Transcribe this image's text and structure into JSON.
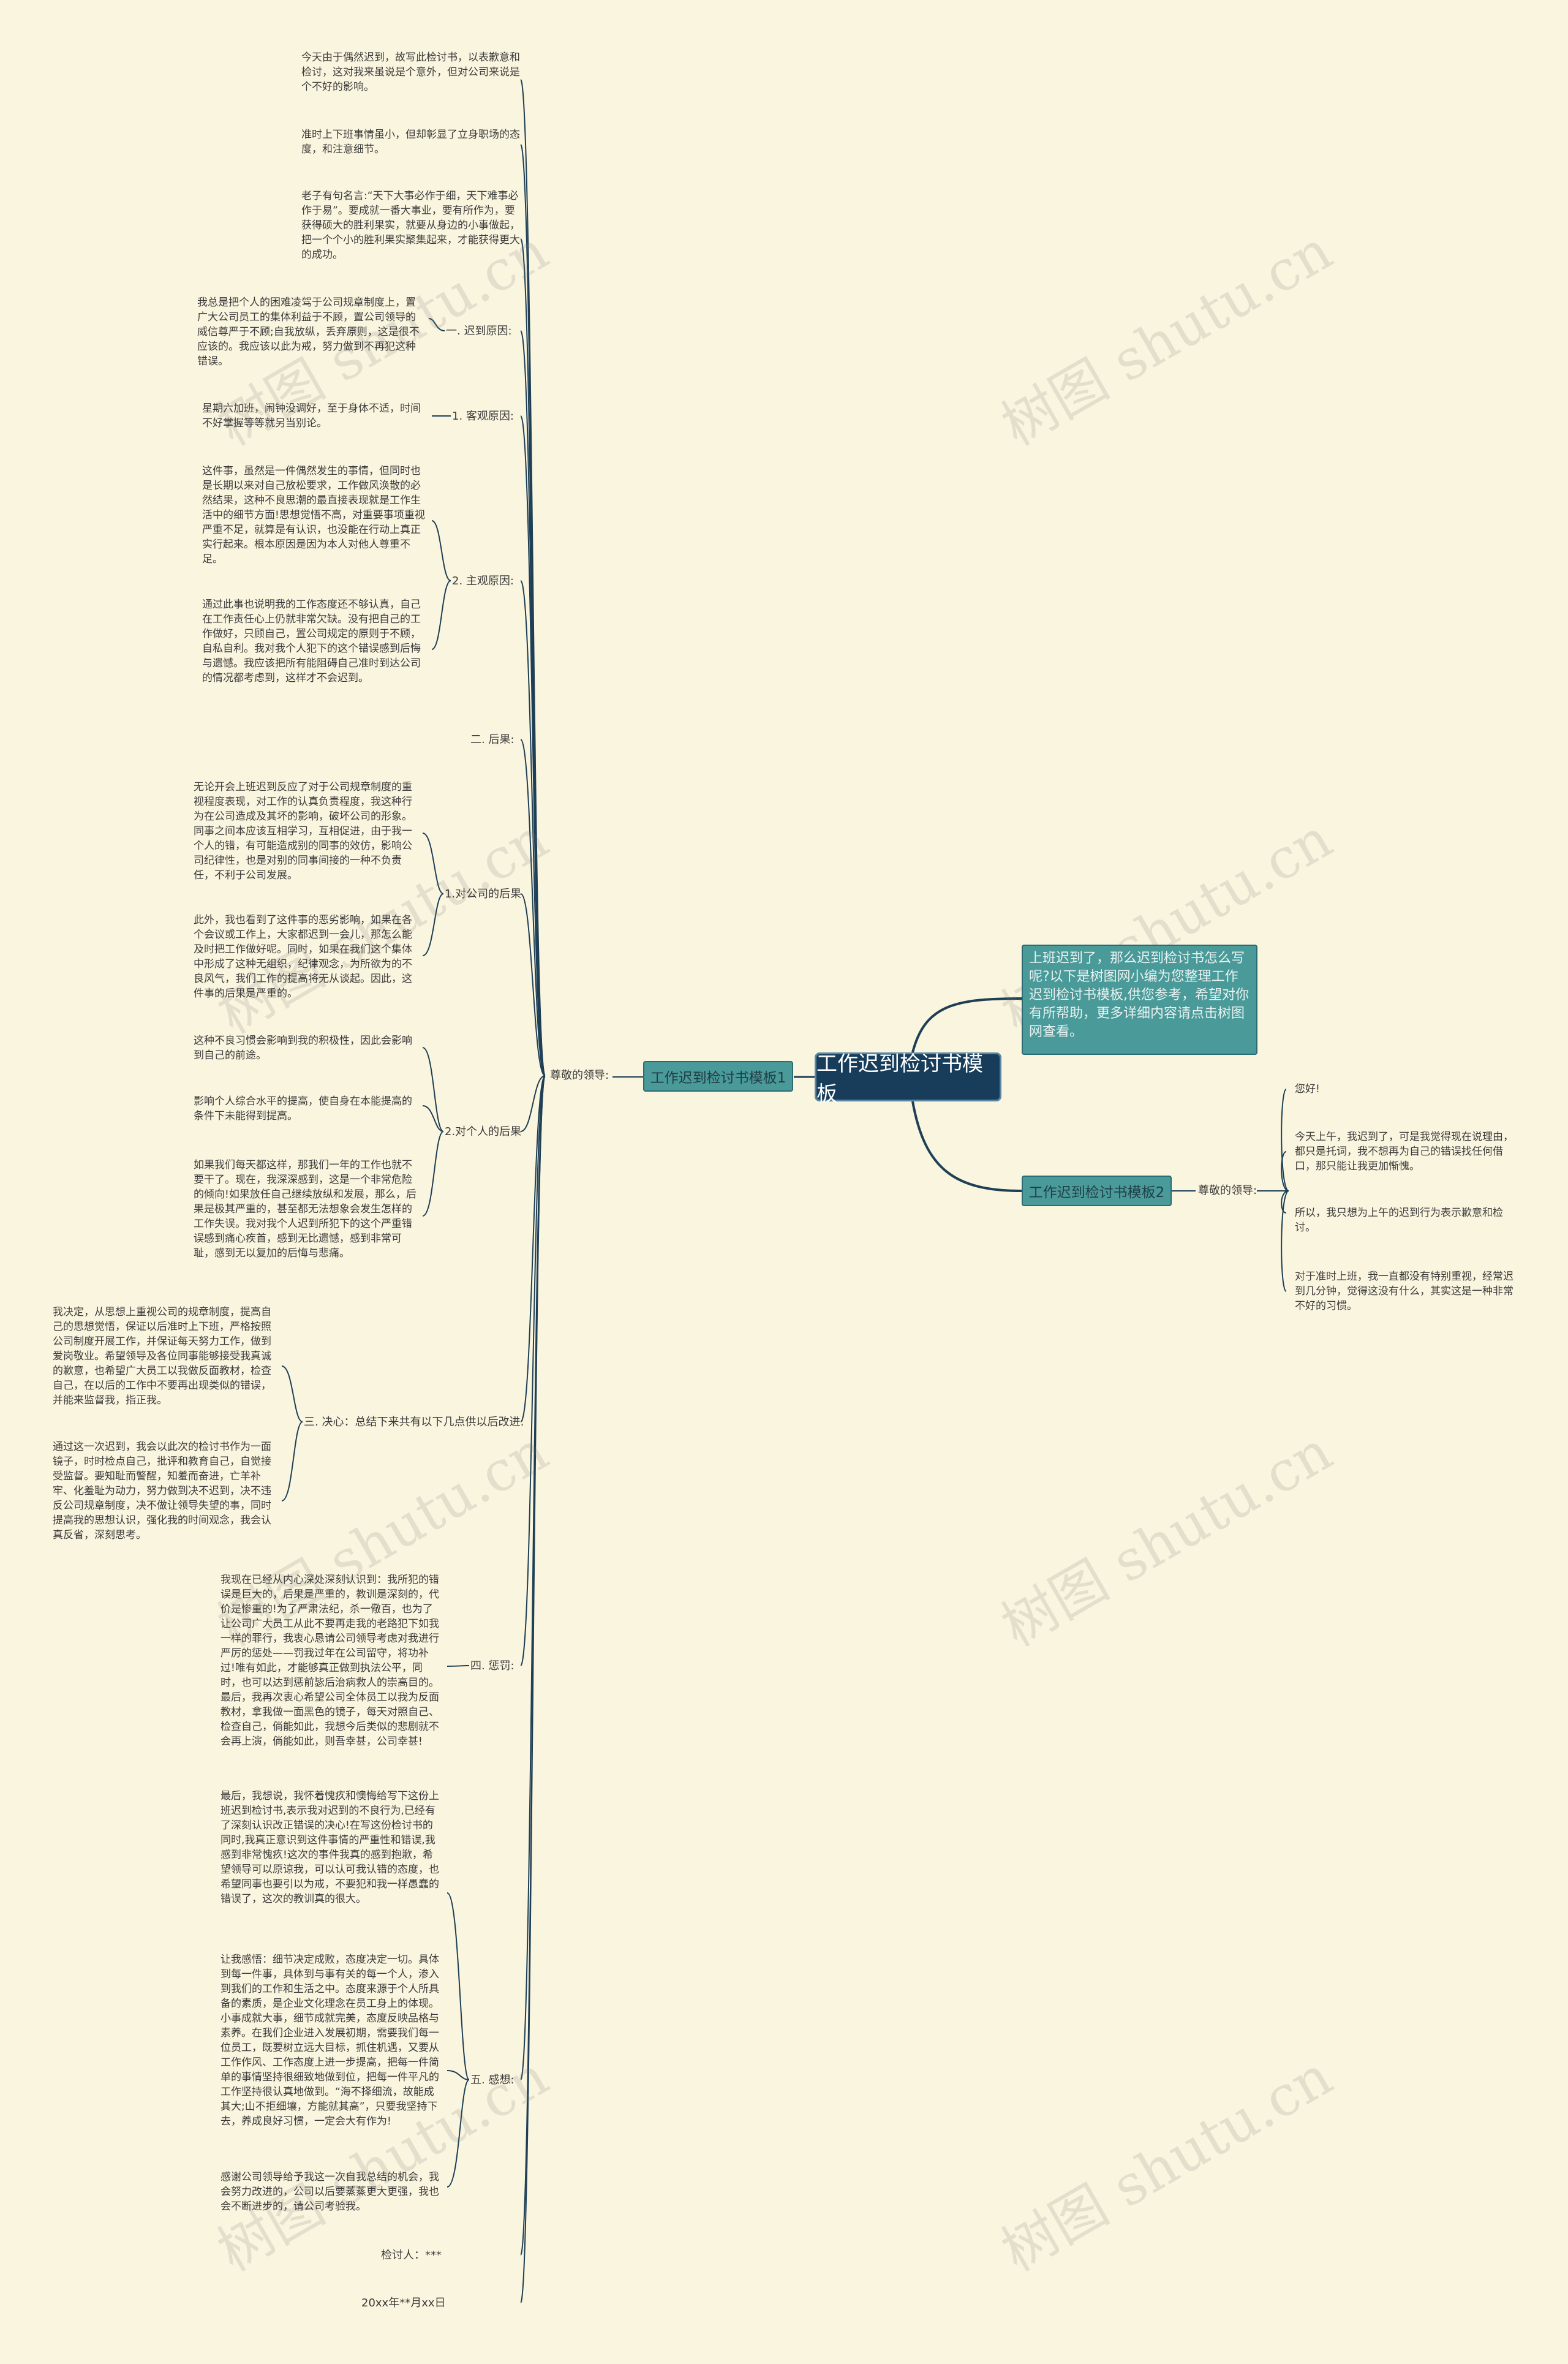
{
  "root": {
    "title": "工作迟到检讨书模板"
  },
  "intro": "上班迟到了，那么迟到检讨书怎么写呢?以下是树图网小编为您整理工作迟到检讨书模板,供您参考，希望对你有所帮助，更多详细内容请点击树图网查看。",
  "branch1": {
    "label": "工作迟到检讨书模板1",
    "greeting": "尊敬的领导:",
    "intro_paras": [
      "今天由于偶然迟到，故写此检讨书，以表歉意和检讨，这对我来虽说是个意外，但对公司来说是个不好的影响。",
      "准时上下班事情虽小，但却彰显了立身职场的态度，和注意细节。",
      "老子有句名言:“天下大事必作于细，天下难事必作于易”。要成就一番大事业，要有所作为，要获得硕大的胜利果实，就要从身边的小事做起，把一个个小的胜利果实聚集起来，才能获得更大的成功。"
    ],
    "s1": {
      "label": "一. 迟到原因:",
      "text": "我总是把个人的困难凌驾于公司规章制度上，置广大公司员工的集体利益于不顾，置公司领导的威信尊严于不顾;自我放纵，丢弃原则，这是很不应该的。我应该以此为戒，努力做到不再犯这种错误。"
    },
    "s1_obj": {
      "label": "1. 客观原因:",
      "text": "星期六加班，闹钟没调好，至于身体不适，时间不好掌握等等就另当别论。"
    },
    "s1_subj": {
      "label": "2. 主观原因:",
      "texts": [
        "这件事，虽然是一件偶然发生的事情，但同时也是长期以来对自己放松要求，工作做风涣散的必然结果，这种不良思潮的最直接表现就是工作生活中的细节方面!思想觉悟不高，对重要事项重视严重不足，就算是有认识，也没能在行动上真正实行起来。根本原因是因为本人对他人尊重不足。",
        "通过此事也说明我的工作态度还不够认真，自己在工作责任心上仍就非常欠缺。没有把自己的工作做好，只顾自己，置公司规定的原则于不顾，自私自利。我对我个人犯下的这个错误感到后悔与遗憾。我应该把所有能阻碍自己准时到达公司的情况都考虑到，这样才不会迟到。"
      ]
    },
    "s2": {
      "label": "二. 后果:"
    },
    "s2_company": {
      "label": "1.对公司的后果",
      "texts": [
        "无论开会上班迟到反应了对于公司规章制度的重视程度表现，对工作的认真负责程度，我这种行为在公司造成及其坏的影响，破坏公司的形象。同事之间本应该互相学习，互相促进，由于我一个人的错，有可能造成别的同事的效仿，影响公司纪律性，也是对别的同事间接的一种不负责任，不利于公司发展。",
        "此外，我也看到了这件事的恶劣影响，如果在各个会议或工作上，大家都迟到一会儿，那怎么能及时把工作做好呢。同时，如果在我们这个集体中形成了这种无组织，纪律观念，为所欲为的不良风气，我们工作的提高将无从谈起。因此，这件事的后果是严重的。"
      ]
    },
    "s2_personal": {
      "label": "2.对个人的后果",
      "texts": [
        "这种不良习惯会影响到我的积极性，因此会影响到自己的前途。",
        "影响个人综合水平的提高，使自身在本能提高的条件下未能得到提高。",
        "如果我们每天都这样，那我们一年的工作也就不要干了。现在，我深深感到，这是一个非常危险的倾向!如果放任自己继续放纵和发展，那么，后果是极其严重的，甚至都无法想象会发生怎样的工作失误。我对我个人迟到所犯下的这个严重错误感到痛心疾首，感到无比遗憾，感到非常可耻，感到无以复加的后悔与悲痛。"
      ]
    },
    "s3": {
      "label": "三. 决心：总结下来共有以下几点供以后改进:",
      "texts": [
        "我决定，从思想上重视公司的规章制度，提高自己的思想觉悟，保证以后准时上下班，严格按照公司制度开展工作，并保证每天努力工作，做到爱岗敬业。希望领导及各位同事能够接受我真诚的歉意，也希望广大员工以我做反面教材，检查自己，在以后的工作中不要再出现类似的错误，并能来监督我，指正我。",
        "通过这一次迟到，我会以此次的检讨书作为一面镜子，时时检点自己，批评和教育自己，自觉接受监督。要知耻而警醒，知羞而奋进，亡羊补牢、化羞耻为动力，努力做到决不迟到，决不违反公司规章制度，决不做让领导失望的事，同时提高我的思想认识，强化我的时间观念，我会认真反省，深刻思考。"
      ]
    },
    "s4": {
      "label": "四. 惩罚:",
      "text": "我现在已经从内心深处深刻认识到：我所犯的错误是巨大的，后果是严重的，教训是深刻的，代价是惨重的!为了严肃法纪，杀一儆百，也为了让公司广大员工从此不要再走我的老路犯下如我一样的罪行，我衷心恳请公司领导考虑对我进行严厉的惩处——罚我过年在公司留守，将功补过!唯有如此，才能够真正做到执法公平，同时，也可以达到惩前毖后治病救人的崇高目的。最后，我再次衷心希望公司全体员工以我为反面教材，拿我做一面黑色的镜子，每天对照自己、检查自己，倘能如此，我想今后类似的悲剧就不会再上演，倘能如此，则吾幸甚，公司幸甚!"
    },
    "s5": {
      "label": "五. 感想:",
      "texts": [
        "最后，我想说，我怀着愧疚和懊悔给写下这份上班迟到检讨书,表示我对迟到的不良行为,已经有了深刻认识改正错误的决心!在写这份检讨书的同时,我真正意识到这件事情的严重性和错误,我感到非常愧疚!这次的事件我真的感到抱歉，希望领导可以原谅我，可以认可我认错的态度，也希望同事也要引以为戒，不要犯和我一样愚蠢的错误了，这次的教训真的很大。",
        "让我感悟：细节决定成败，态度决定一切。具体到每一件事，具体到与事有关的每一个人，渗入到我们的工作和生活之中。态度来源于个人所具备的素质，是企业文化理念在员工身上的体现。小事成就大事，细节成就完美，态度反映品格与素养。在我们企业进入发展初期，需要我们每一位员工，既要树立远大目标，抓住机遇，又要从工作作风、工作态度上进一步提高，把每一件简单的事情坚持很细致地做到位，把每一件平凡的工作坚持很认真地做到。“海不择细流，故能成其大;山不拒细壤，方能就其高”，只要我坚持下去，养成良好习惯，一定会大有作为!",
        "感谢公司领导给予我这一次自我总结的机会，我会努力改进的，公司以后要蒸蒸更大更强，我也会不断进步的，请公司考验我。"
      ]
    },
    "signer": "检讨人：***",
    "date": "20xx年**月xx日"
  },
  "branch2": {
    "label": "工作迟到检讨书模板2",
    "greeting": "尊敬的领导:",
    "paras": [
      "您好!",
      "今天上午，我迟到了，可是我觉得现在说理由，都只是托词，我不想再为自己的错误找任何借口，那只能让我更加惭愧。",
      "所以，我只想为上午的迟到行为表示歉意和检讨。",
      "对于准时上班，我一直都没有特别重视，经常迟到几分钟，觉得这没有什么，其实这是一种非常不好的习惯。"
    ]
  },
  "watermark": "树图 shutu.cn",
  "colors": {
    "background": "#faf5df",
    "root": "#173d5a",
    "branch": "#4a9a9a",
    "line": "#1e3f55"
  }
}
